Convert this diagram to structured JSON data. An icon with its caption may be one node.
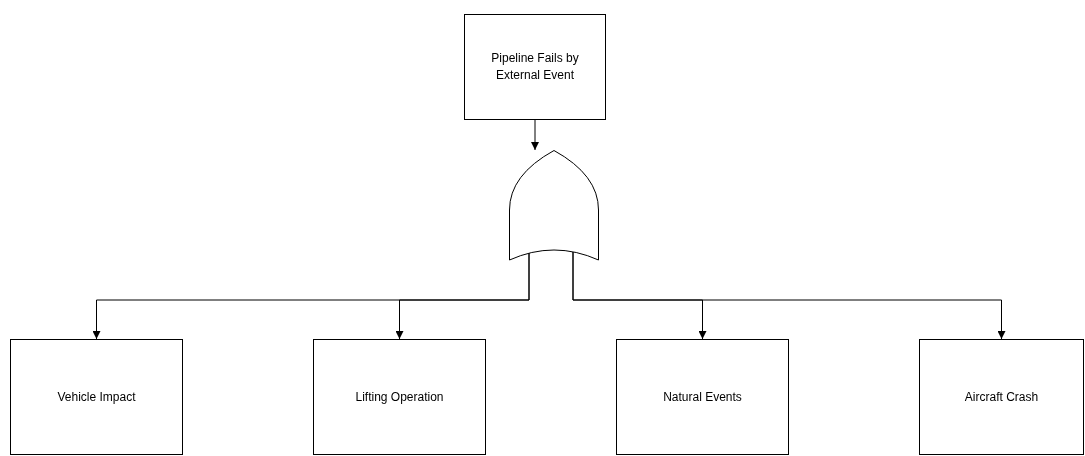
{
  "diagram": {
    "nodes": [
      {
        "text": [
          "Pipeline Fails by External Event"
        ]
      },
      {
        "text": [],
        "shape": "gate"
      },
      {
        "text": [
          "Vehicle Impact"
        ]
      },
      {
        "text": [
          "Lifting Operation"
        ]
      },
      {
        "text": [
          "Natural Events"
        ]
      },
      {
        "text": [
          "Aircraft Crash"
        ]
      }
    ],
    "edges": [
      {
        "from": 0,
        "to": 1,
        "arrow": "to"
      },
      {
        "from": 1,
        "to": 2,
        "arrow": "to"
      },
      {
        "from": 1,
        "to": 3,
        "arrow": "to"
      },
      {
        "from": 1,
        "to": 4,
        "arrow": "to"
      },
      {
        "from": 1,
        "to": 5,
        "arrow": "to"
      }
    ]
  }
}
